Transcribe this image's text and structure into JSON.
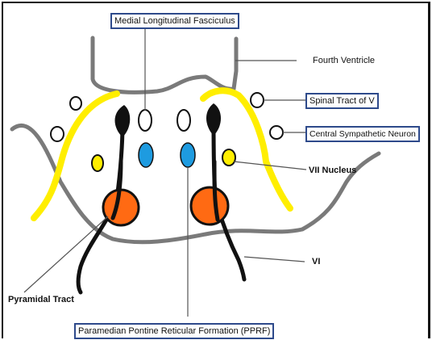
{
  "labels": {
    "mlf": "Medial Longitudinal Fasciculus",
    "fourth_ventricle": "Fourth Ventricle",
    "spinal_tract": "Spinal Tract of V",
    "central_sympathetic": "Central Sympathetic Neuron",
    "vii_nucleus": "VII Nucleus",
    "vi": "VI",
    "pyramidal_tract": "Pyramidal Tract",
    "pprf": "Paramedian Pontine Reticular Formation (PPRF)"
  },
  "colors": {
    "spinal_tract_yellow": "#ffee00",
    "pprf_blue": "#1e9be0",
    "pyramidal_orange": "#ff6a13",
    "outline_gray": "#777777",
    "label_box_border": "#2e4a8b"
  }
}
